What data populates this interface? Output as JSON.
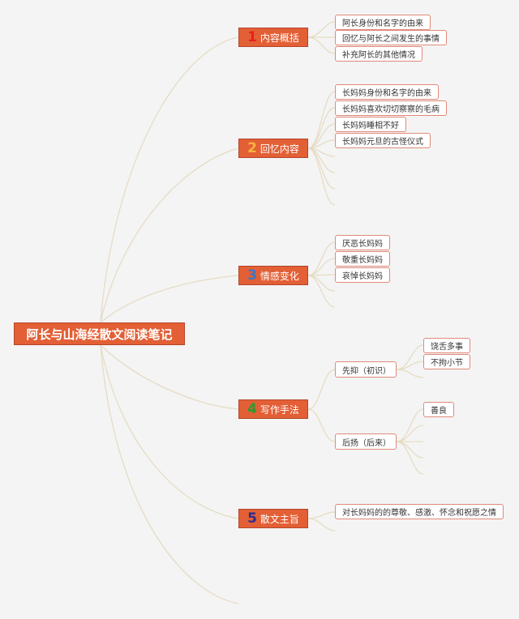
{
  "root": {
    "title": "阿长与山海经散文阅读笔记"
  },
  "branches": [
    {
      "num": "1",
      "label": "内容概括",
      "num_color": "#e8201b",
      "items": [
        "阿长身份和名字的由来",
        "回忆与阿长之间发生的事情",
        "补充阿长的其他情况"
      ]
    },
    {
      "num": "2",
      "label": "回忆内容",
      "num_color": "#f7b53a",
      "items": [
        "长妈妈身份和名字的由来",
        "长妈妈喜欢切切察察的毛病",
        "长妈妈睡相不好",
        "长妈妈元旦的古怪仪式"
      ]
    },
    {
      "num": "3",
      "label": "情感变化",
      "num_color": "#3a78c9",
      "items": [
        "厌恶长妈妈",
        "敬重长妈妈",
        "哀悼长妈妈"
      ]
    },
    {
      "num": "4",
      "label": "写作手法",
      "num_color": "#2f9a2f",
      "subs": [
        {
          "label": "先抑（初识）",
          "items": [
            "饶舌多事",
            "不拘小节"
          ]
        },
        {
          "label": "后扬（后来）",
          "items": [
            "善良"
          ]
        }
      ]
    },
    {
      "num": "5",
      "label": "散文主旨",
      "num_color": "#2a2f8f",
      "items": [
        "对长妈妈的的尊敬、感激、怀念和祝愿之情"
      ]
    }
  ],
  "colors": {
    "node_fill": "#e35f35",
    "line": "#e6dcc4",
    "leaf_border": "#e08a78"
  }
}
